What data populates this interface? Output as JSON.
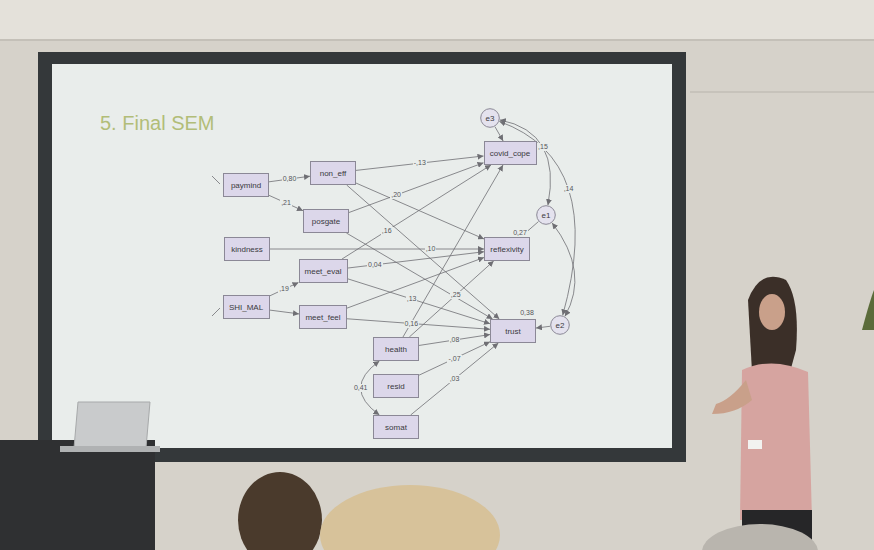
{
  "diagram": {
    "title": "5. Final SEM",
    "nodes": [
      {
        "text": [
          "paymind"
        ]
      },
      {
        "text": [
          "non_eff"
        ]
      },
      {
        "text": [
          "posgate"
        ]
      },
      {
        "text": [
          "kindness"
        ]
      },
      {
        "text": [
          "meet_eval"
        ]
      },
      {
        "text": [
          "SHI_MAL"
        ]
      },
      {
        "text": [
          "meet_feel"
        ]
      },
      {
        "text": [
          "health"
        ]
      },
      {
        "text": [
          "resid"
        ]
      },
      {
        "text": [
          "somat"
        ]
      },
      {
        "text": [
          "covid_cope"
        ]
      },
      {
        "text": [
          "reflexivity"
        ]
      },
      {
        "text": [
          "trust"
        ]
      },
      {
        "text": [
          "e3"
        ]
      },
      {
        "text": [
          "e1"
        ]
      },
      {
        "text": [
          "e2"
        ]
      }
    ],
    "edges": [
      {
        "from": 0,
        "to": 1,
        "label": "0,80",
        "arrow": "to"
      },
      {
        "from": 0,
        "to": 2,
        "label": ",21",
        "arrow": "to"
      },
      {
        "from": 5,
        "to": 4,
        "label": ",19",
        "arrow": "to"
      },
      {
        "from": 5,
        "to": 6,
        "arrow": "to"
      },
      {
        "from": 1,
        "to": 10,
        "label": "-,13",
        "arrow": "to"
      },
      {
        "from": 1,
        "to": 11,
        "arrow": "to"
      },
      {
        "from": 1,
        "to": 12,
        "arrow": "to"
      },
      {
        "from": 2,
        "to": 10,
        "label": ",20",
        "arrow": "to"
      },
      {
        "from": 2,
        "to": 12,
        "arrow": "to"
      },
      {
        "from": 3,
        "to": 11,
        "label": ",10",
        "arrow": "to"
      },
      {
        "from": 4,
        "to": 10,
        "label": ",16",
        "arrow": "to"
      },
      {
        "from": 4,
        "to": 11,
        "label": "0,04",
        "arrow": "to"
      },
      {
        "from": 4,
        "to": 12,
        "label": ",13",
        "arrow": "to"
      },
      {
        "from": 6,
        "to": 11,
        "arrow": "to"
      },
      {
        "from": 6,
        "to": 12,
        "label": "0,16",
        "arrow": "to"
      },
      {
        "from": 7,
        "to": 10,
        "arrow": "to"
      },
      {
        "from": 7,
        "to": 11,
        "label": ",25",
        "arrow": "to"
      },
      {
        "from": 7,
        "to": 12,
        "label": ",08",
        "arrow": "to"
      },
      {
        "from": 8,
        "to": 12,
        "label": "-,07",
        "arrow": "to"
      },
      {
        "from": 9,
        "to": 12,
        "label": ",03",
        "arrow": "to"
      },
      {
        "from": 7,
        "to": 9,
        "label": "0,41",
        "arrow": "both"
      },
      {
        "from": 13,
        "to": 10,
        "arrow": "to"
      },
      {
        "from": 14,
        "to": 11,
        "arrow": "to"
      },
      {
        "from": 15,
        "to": 12,
        "arrow": "to"
      },
      {
        "from": 13,
        "to": 14,
        "label": ",15",
        "arrow": "both"
      },
      {
        "from": 13,
        "to": 15,
        "label": ",14",
        "arrow": "both"
      },
      {
        "from": 14,
        "to": 15,
        "arrow": "both"
      }
    ],
    "labels": [
      "0,27",
      "0,38"
    ]
  }
}
